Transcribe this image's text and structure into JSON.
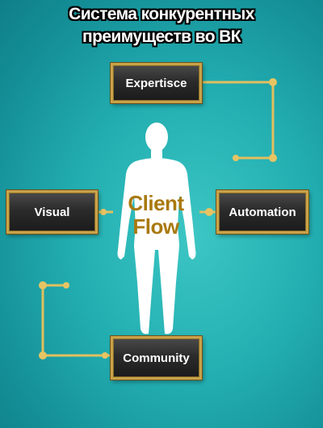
{
  "title": {
    "line1": "Система конкурентных",
    "line2": "преимуществ во ВК"
  },
  "center": {
    "line1": "Client",
    "line2": "Flow"
  },
  "nodes": {
    "top": "Expertisce",
    "left": "Visual",
    "right": "Automation",
    "bottom": "Community"
  },
  "colors": {
    "background": "#22adb0",
    "gold": "#c9a24a",
    "box_fill": "#2b2b2b",
    "figure": "#ffffff",
    "center_text": "#a9790f"
  },
  "icons": {
    "figure": "human-silhouette-icon"
  }
}
